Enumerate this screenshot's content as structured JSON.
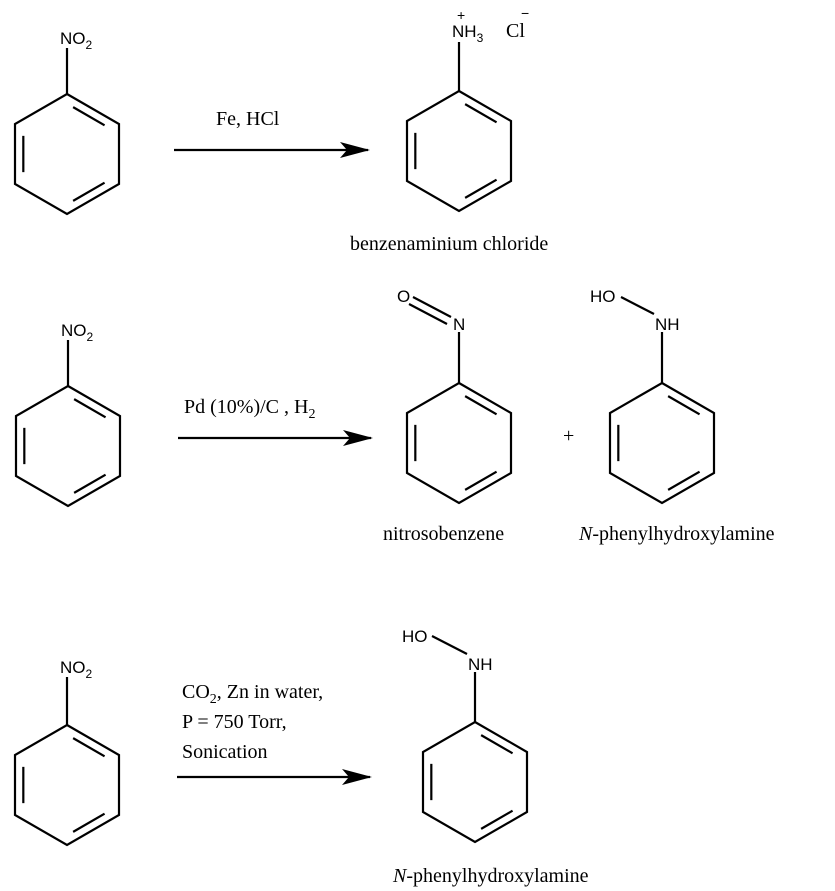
{
  "reactions": [
    {
      "reactant": {
        "group_main": "NO",
        "group_sub": "2"
      },
      "conditions": [
        {
          "text": "Fe, HCl"
        }
      ],
      "products": [
        {
          "group_main": "NH",
          "group_sub": "3",
          "charge": "+",
          "counterion": "Cl",
          "counterion_charge": "−",
          "name": "benzenaminium chloride"
        }
      ]
    },
    {
      "reactant": {
        "group_main": "NO",
        "group_sub": "2"
      },
      "conditions": [
        {
          "text": "Pd (10%)/C , H",
          "sub": "2"
        }
      ],
      "plus": "+",
      "products": [
        {
          "atom_o": "O",
          "atom_n": "N",
          "name": "nitrosobenzene"
        },
        {
          "atom_ho": "HO",
          "atom_nh": "NH",
          "name_italic": "N",
          "name_rest": "-phenylhydroxylamine"
        }
      ]
    },
    {
      "reactant": {
        "group_main": "NO",
        "group_sub": "2"
      },
      "conditions": [
        {
          "pre": "CO",
          "sub": "2",
          "post": ", Zn in water,"
        },
        {
          "text": "P = 750 Torr,"
        },
        {
          "text": "Sonication"
        }
      ],
      "products": [
        {
          "atom_ho": "HO",
          "atom_nh": "NH",
          "name_italic": "N",
          "name_rest": "-phenylhydroxylamine"
        }
      ]
    }
  ]
}
